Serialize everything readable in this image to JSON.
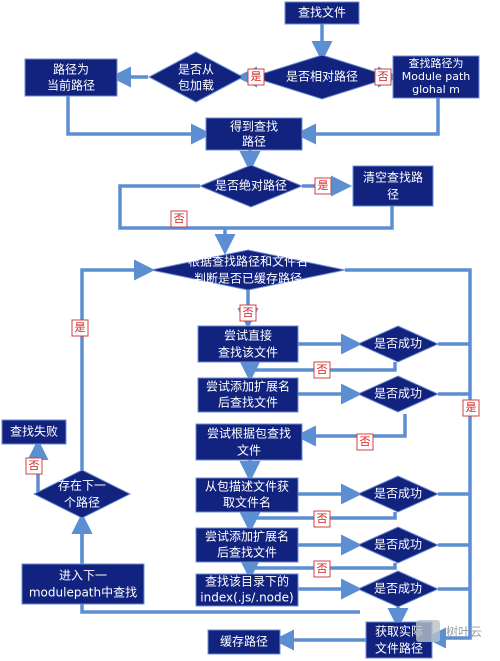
{
  "nodes": {
    "start": "查找文件",
    "is_relative": "是否相对路径",
    "is_from_package": [
      "是否从",
      "包加载"
    ],
    "path_current": [
      "路径为",
      "当前路径"
    ],
    "path_global": [
      "查找路径为",
      "Module path",
      "glohal m"
    ],
    "get_search_path": [
      "得到查找",
      "路径"
    ],
    "is_absolute": "是否绝对路径",
    "clear_search_path": [
      "清空查找路",
      "径"
    ],
    "check_cache": [
      "根据查找路径和文件名",
      "判断是否已缓存路径"
    ],
    "try_direct": [
      "尝试直接",
      "查找该文件"
    ],
    "success1": "是否成功",
    "try_ext": [
      "尝试添加扩展名",
      "后查找文件"
    ],
    "success2": "是否成功",
    "try_package": [
      "尝试根据包查找",
      "文件"
    ],
    "from_pkg_desc": [
      "从包描述文件获",
      "取文件名"
    ],
    "success3": "是否成功",
    "try_ext2": [
      "尝试添加扩展名",
      "后查找文件"
    ],
    "success4": "是否成功",
    "find_index": [
      "查找该目录下的",
      "index(.js/.node)"
    ],
    "success5": "是否成功",
    "next_path_exists": [
      "存在下一",
      "个路径"
    ],
    "enter_next": [
      "进入下一",
      "modulepath中查找"
    ],
    "search_fail": "查找失败",
    "cache_path": "缓存路径",
    "get_file_path": [
      "获取实际",
      "文件路径"
    ]
  },
  "labels": {
    "yes": "是",
    "no": "否"
  },
  "watermark": "树叶云"
}
